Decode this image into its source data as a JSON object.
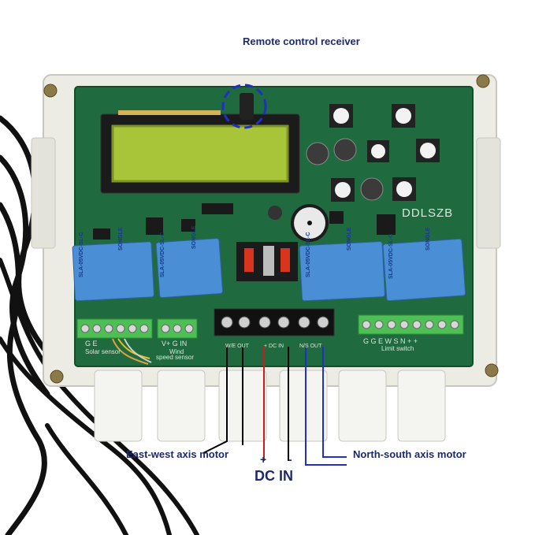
{
  "annotations": {
    "remote_receiver": "Remote control receiver",
    "east_west_motor": "East-west axis motor",
    "north_south_motor": "North-south axis motor",
    "plus": "+",
    "minus": "-",
    "dc_in": "DC IN"
  },
  "board": {
    "brand": "DDLSZB",
    "terminal_left": "G  E",
    "terminal_left_caption": "Solar sensor",
    "terminal_mid": "V+  G  IN",
    "terminal_mid_caption_1": "Wind",
    "terminal_mid_caption_2": "speed sensor",
    "out_we": "W/E  OUT",
    "out_dc": "+  DC  IN",
    "out_ns": "N/S  OUT",
    "terminal_right": "G  G  E  W  S  N  +  +",
    "terminal_right_caption": "Limit switch",
    "relay_brand": "SONGLE",
    "relay_model": "SLA-05VDC-SL-C"
  },
  "colors": {
    "annotation_text": "#1c2a6b",
    "ew_line": "#000000",
    "dc_plus_line": "#d0191c",
    "dc_minus_line": "#000000",
    "ns_line": "#1f2fc8",
    "pcb_green": "#1f6a3e",
    "relay_blue": "#4a8fd6",
    "enclosure": "#ecebe4",
    "lcd_green": "#a8c53a"
  }
}
